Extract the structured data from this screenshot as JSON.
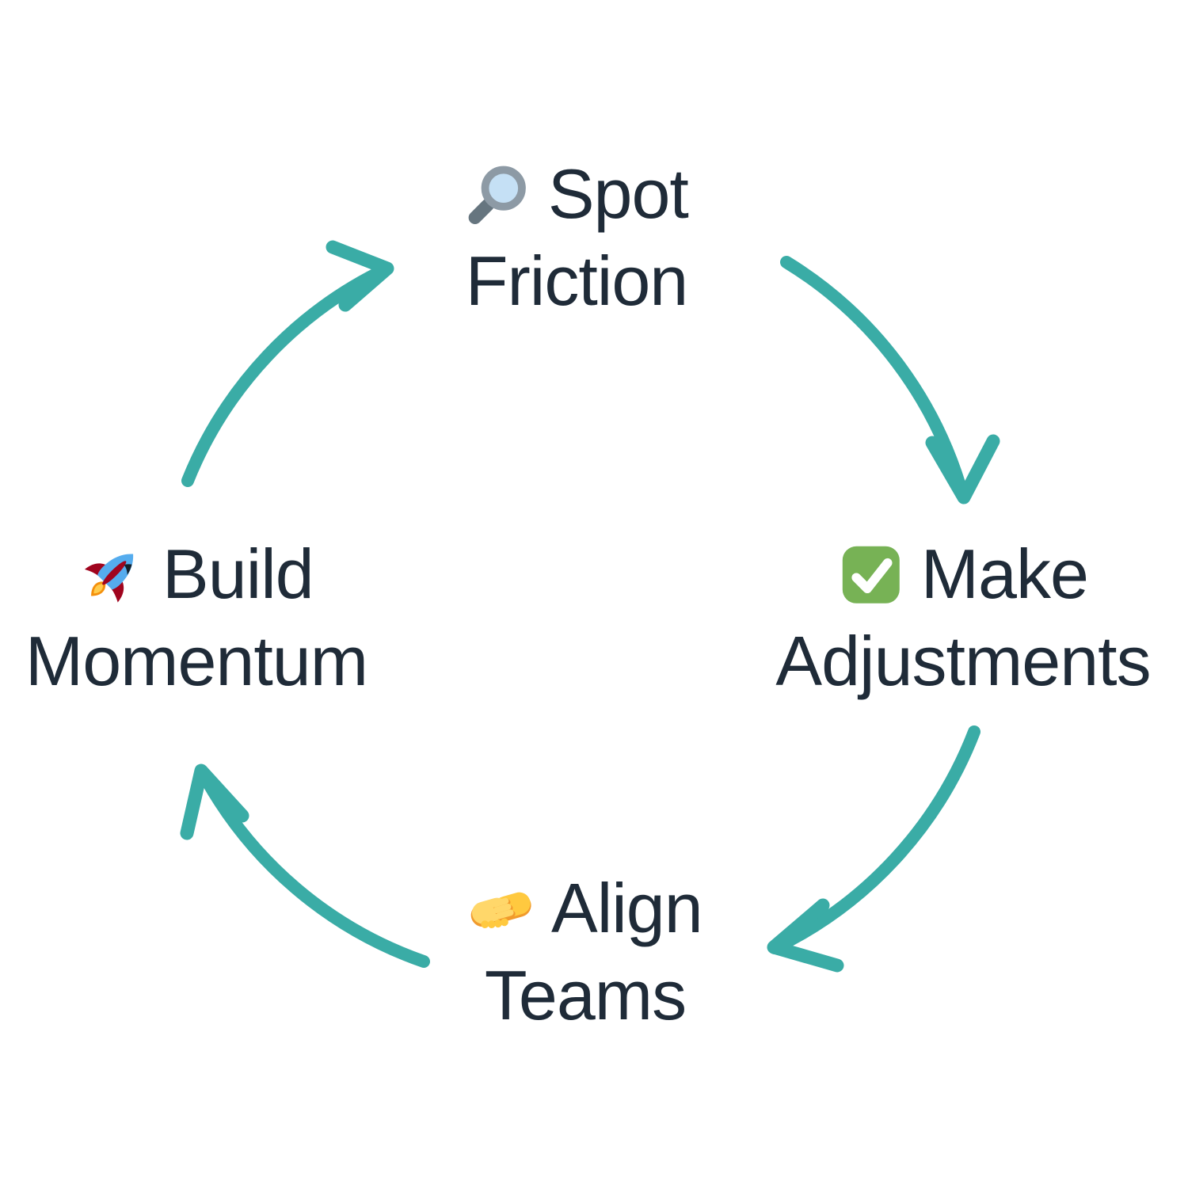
{
  "diagram": {
    "type": "cycle",
    "direction": "clockwise",
    "background_color": "#FFFFFF",
    "arrow_color": "#3AACA6",
    "text_color": "#1F2B38",
    "nodes": [
      {
        "id": "spot-friction",
        "position": "top",
        "icon": "magnifying-glass-icon",
        "label": "Spot Friction"
      },
      {
        "id": "make-adjustments",
        "position": "right",
        "icon": "check-mark-icon",
        "label": "Make Adjustments"
      },
      {
        "id": "align-teams",
        "position": "bottom",
        "icon": "handshake-icon",
        "label": "Align Teams"
      },
      {
        "id": "build-momentum",
        "position": "left",
        "icon": "rocket-icon",
        "label": "Build Momentum"
      }
    ],
    "arrows": [
      {
        "from": "Spot Friction",
        "to": "Make Adjustments"
      },
      {
        "from": "Make Adjustments",
        "to": "Align Teams"
      },
      {
        "from": "Align Teams",
        "to": "Build Momentum"
      },
      {
        "from": "Build Momentum",
        "to": "Spot Friction"
      }
    ],
    "icon_colors": {
      "check_green": "#77B255",
      "check_mark_white": "#FFFFFF",
      "magnifier_lens_blue": "#C5E0F5",
      "magnifier_ring_gray": "#8D9AA5",
      "magnifier_handle_gray": "#66757F",
      "handshake_gold": "#FFC93F",
      "handshake_light_gold": "#FFD76A",
      "handshake_shadow_orange": "#F19A2C",
      "rocket_body_blue": "#55ACEE",
      "rocket_fin_red": "#A0041E",
      "rocket_window_dark": "#14202B",
      "flame_orange": "#F4900C",
      "flame_yellow": "#FFCC4D"
    }
  }
}
